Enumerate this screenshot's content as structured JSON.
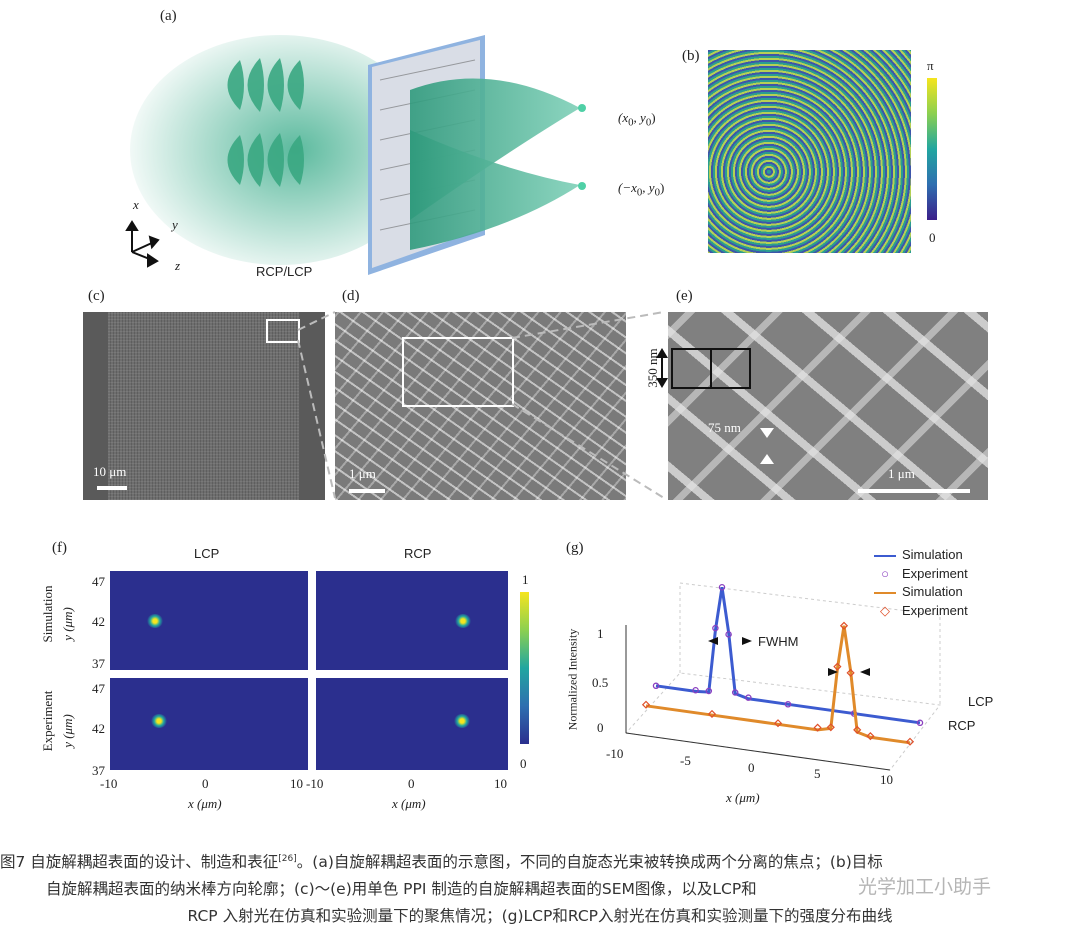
{
  "panels": {
    "a": {
      "label": "(a)",
      "coord1": "(x",
      "coord1_sub": "0",
      "coord1_mid": ", y",
      "coord1_sub2": "0",
      "coord1_end": ")",
      "coord2": "(−x",
      "coord2_sub": "0",
      "coord2_mid": ", y",
      "coord2_sub2": "0",
      "coord2_end": ")",
      "axis_x": "x",
      "axis_y": "y",
      "axis_z": "z",
      "beam_label": "RCP/LCP"
    },
    "b": {
      "label": "(b)",
      "cbar_top": "π",
      "cbar_bottom": "0"
    },
    "c": {
      "label": "(c)",
      "scale": "10 μm"
    },
    "d": {
      "label": "(d)",
      "scale": "1 μm"
    },
    "e": {
      "label": "(e)",
      "dim_period": "350 nm",
      "dim_width": "75 nm",
      "scale": "1 μm"
    },
    "f": {
      "label": "(f)",
      "col1": "LCP",
      "col2": "RCP",
      "row1": "Simulation",
      "row2": "Experiment",
      "ylabel": "y (μm)",
      "xlabel": "x (μm)",
      "yticks": [
        "47",
        "42",
        "37"
      ],
      "xticks": [
        "-10",
        "0",
        "10"
      ],
      "cbar_top": "1",
      "cbar_bottom": "0"
    },
    "g": {
      "label": "(g)",
      "ylabel": "Normalized Intensity",
      "xlabel": "x (μm)",
      "yticks": [
        "1",
        "0.5",
        "0"
      ],
      "xticks": [
        "-10",
        "-5",
        "0",
        "5",
        "10"
      ],
      "fwhm": "FWHM",
      "row_lcp": "LCP",
      "row_rcp": "RCP"
    }
  },
  "chart_data": {
    "type": "line",
    "title": "",
    "xlabel": "x (μm)",
    "ylabel": "Normalized Intensity",
    "xlim": [
      -10,
      10
    ],
    "ylim": [
      0,
      1
    ],
    "series": [
      {
        "name": "Simulation",
        "color": "#3c5bd0",
        "x": [
          -10,
          -7,
          -6,
          -5.5,
          -5,
          -4.5,
          -4,
          -3,
          0,
          5,
          10
        ],
        "values": [
          0.02,
          0.02,
          0.03,
          0.6,
          1.0,
          0.6,
          0.05,
          0.02,
          0.02,
          0.02,
          0.02
        ]
      },
      {
        "name": "Experiment",
        "color": "#8a3fc0",
        "x": [
          -10,
          -7,
          -6,
          -5.5,
          -5,
          -4.5,
          -4,
          -3,
          0,
          5,
          10
        ],
        "values": [
          0.02,
          0.03,
          0.04,
          0.62,
          1.0,
          0.58,
          0.06,
          0.03,
          0.02,
          0.02,
          0.02
        ]
      },
      {
        "name": "Simulation",
        "color": "#e08a2a",
        "x": [
          -10,
          -5,
          0,
          3,
          4,
          4.5,
          5,
          5.5,
          6,
          7,
          10
        ],
        "values": [
          0.02,
          0.02,
          0.02,
          0.02,
          0.05,
          0.6,
          1.0,
          0.6,
          0.05,
          0.02,
          0.02
        ]
      },
      {
        "name": "Experiment",
        "color": "#e0502a",
        "x": [
          -10,
          -5,
          0,
          3,
          4,
          4.5,
          5,
          5.5,
          6,
          7,
          10
        ],
        "values": [
          0.03,
          0.03,
          0.03,
          0.04,
          0.06,
          0.62,
          1.0,
          0.58,
          0.07,
          0.03,
          0.03
        ]
      }
    ],
    "legend": "top-right",
    "rows": [
      "LCP",
      "RCP"
    ]
  },
  "caption": {
    "line1": "图7   自旋解耦超表面的设计、制造和表征",
    "ref": "[26]",
    "line1b": "。(a)自旋解耦超表面的示意图，不同的自旋态光束被转换成两个分离的焦点；(b)目标",
    "line2": "自旋解耦超表面的纳米棒方向轮廓；(c)～(e)用单色 PPI 制造的自旋解耦超表面的SEM图像，以及LCP和",
    "line3": "RCP 入射光在仿真和实验测量下的聚焦情况；(g)LCP和RCP入射光在仿真和实验测量下的强度分布曲线"
  },
  "watermark": "光学加工小助手",
  "colors": {
    "teal": "#3fae8d",
    "sim_blue": "#3c5bd0",
    "exp_purple": "#8a3fc0",
    "sim_orange": "#e08a2a",
    "exp_red": "#e0502a",
    "heat_bg": "#2b2f8e"
  }
}
